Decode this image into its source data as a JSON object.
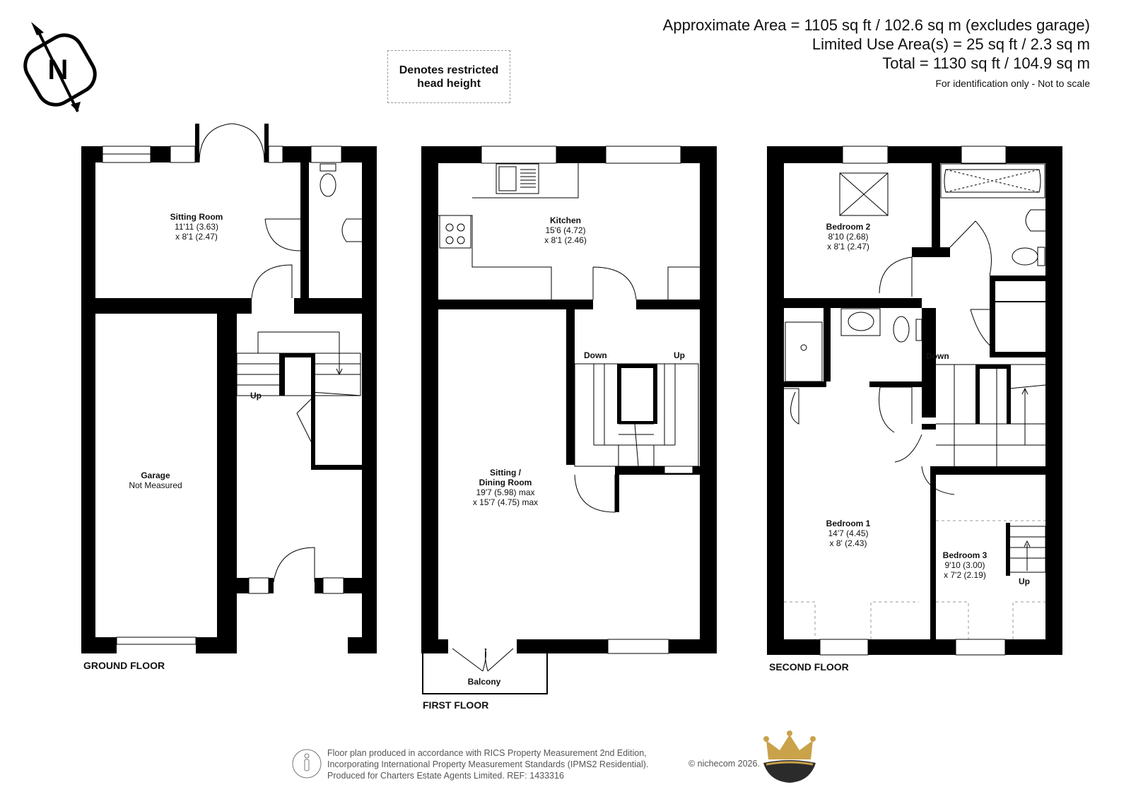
{
  "header": {
    "area_line": "Approximate Area = 1105 sq ft / 102.6 sq m (excludes garage)",
    "limited_line": "Limited Use Area(s) = 25 sq ft / 2.3 sq m",
    "total_line": "Total = 1130 sq ft / 104.9 sq m",
    "note": "For identification only - Not to scale"
  },
  "compass": {
    "letter": "N"
  },
  "legend": {
    "line1": "Denotes restricted",
    "line2": "head height"
  },
  "floors": {
    "ground": "GROUND FLOOR",
    "first": "FIRST FLOOR",
    "second": "SECOND FLOOR"
  },
  "rooms": {
    "sitting_room": {
      "name": "Sitting Room",
      "dim1": "11'11 (3.63)",
      "dim2": "x 8'1 (2.47)"
    },
    "garage": {
      "name": "Garage",
      "dim1": "Not Measured"
    },
    "kitchen": {
      "name": "Kitchen",
      "dim1": "15'6 (4.72)",
      "dim2": "x 8'1 (2.46)"
    },
    "sitting_dining": {
      "name": "Sitting /",
      "name2": "Dining Room",
      "dim1": "19'7 (5.98) max",
      "dim2": "x 15'7 (4.75) max"
    },
    "balcony": {
      "name": "Balcony"
    },
    "bedroom2": {
      "name": "Bedroom 2",
      "dim1": "8'10 (2.68)",
      "dim2": "x 8'1 (2.47)"
    },
    "bedroom1": {
      "name": "Bedroom 1",
      "dim1": "14'7 (4.45)",
      "dim2": "x 8' (2.43)"
    },
    "bedroom3": {
      "name": "Bedroom 3",
      "dim1": "9'10 (3.00)",
      "dim2": "x 7'2 (2.19)"
    }
  },
  "stair_labels": {
    "ground_up": "Up",
    "first_down": "Down",
    "first_up": "Up",
    "second_down": "Down",
    "second_up": "Up"
  },
  "footer": {
    "line1": "Floor plan produced in accordance with RICS Property Measurement 2nd Edition,",
    "line2": "Incorporating International Property Measurement Standards (IPMS2 Residential).",
    "line3": "Produced for Charters Estate Agents Limited.   REF: 1433316",
    "copyright": "© nichecom 2026."
  },
  "colors": {
    "wall": "#000000",
    "logo_gold": "#c9a24a",
    "logo_dark": "#2b2b2b",
    "muted": "#555555"
  }
}
